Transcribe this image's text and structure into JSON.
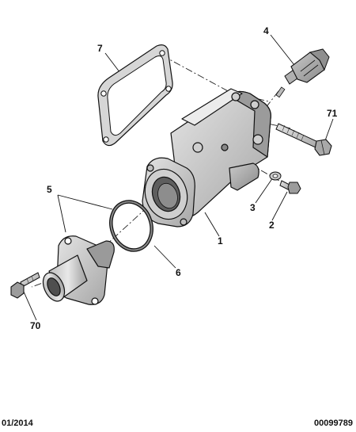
{
  "callouts": {
    "housing": "1",
    "screw": "2",
    "washer": "3",
    "sensor": "4",
    "thermostat": "5",
    "seal_ring": "6",
    "gasket": "7",
    "bolt_small": "70",
    "bolt_long": "71"
  },
  "footer": {
    "date": "01/2014",
    "reference": "00099789"
  }
}
